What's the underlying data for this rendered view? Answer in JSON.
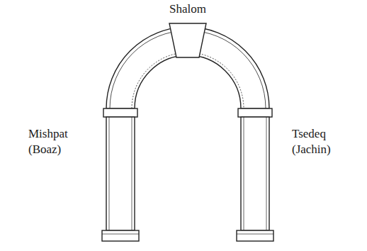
{
  "diagram": {
    "labels": [
      "Shalom",
      "Mishpat (Boaz)",
      "Tsedeq (Jachin)"
    ]
  }
}
